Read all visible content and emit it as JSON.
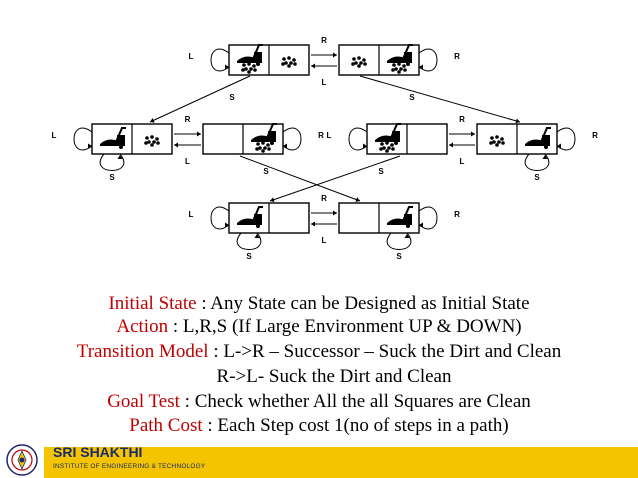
{
  "diagram": {
    "edge_labels": {
      "right": "R",
      "left": "L",
      "suck": "S"
    }
  },
  "caption": {
    "initial_state_label": "Initial State",
    "initial_state_text": " : Any State can be Designed as Initial State",
    "action_label": "Action",
    "action_text": " : L,R,S (If Large Environment UP & DOWN)",
    "transition_label": "Transition Model",
    "transition_text": " : L->R – Successor – Suck the Dirt and Clean",
    "transition_text2": "R->L- Suck the Dirt and Clean",
    "goal_label": "Goal Test",
    "goal_text": " : Check whether All the all Squares are Clean",
    "path_cost_label": "Path Cost",
    "path_cost_text": " : Each Step cost 1(no of steps in a path)"
  },
  "footer": {
    "brand_name": "SRI SHAKTHI",
    "brand_subtitle": "INSTITUTE OF ENGINEERING & TECHNOLOGY",
    "brand_color": "#1a2a6e",
    "bar_color": "#f5c400",
    "logo_icon": "college-emblem-icon"
  },
  "colors": {
    "caption_label": "#c00000",
    "caption_text": "#000000"
  }
}
